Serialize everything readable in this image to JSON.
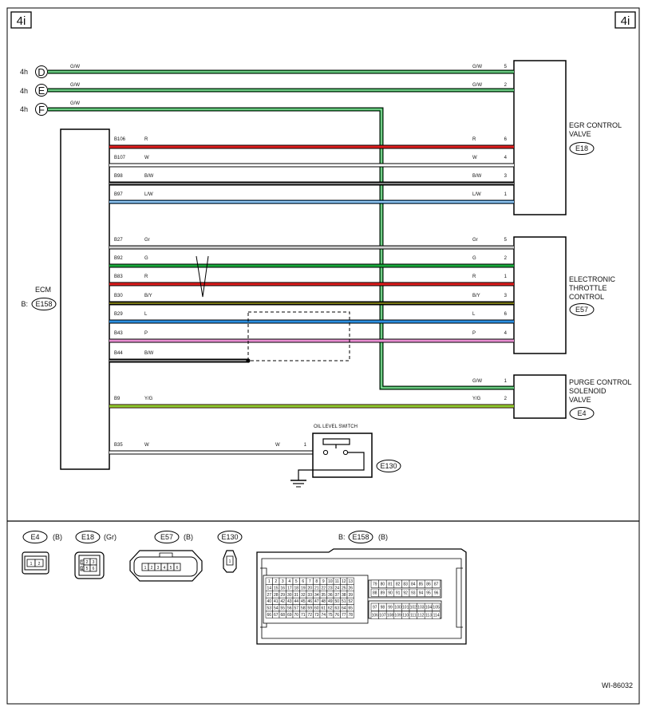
{
  "page_refs": {
    "left": "4i",
    "right": "4i"
  },
  "drawing_id": "WI-86032",
  "colors": {
    "R": "#e01d1d",
    "W": "#ffffff",
    "B": "#000000",
    "L": "#2a8ee0",
    "Gr": "#cfcfcf",
    "G": "#18a83a",
    "P": "#e98fd2",
    "Y": "#f2ee2a"
  },
  "connectors_in": [
    {
      "prefix": "4h",
      "letter": "D",
      "color_code": "G/W",
      "pin": "5"
    },
    {
      "prefix": "4h",
      "letter": "E",
      "color_code": "G/W",
      "pin": "2"
    },
    {
      "prefix": "4h",
      "letter": "F",
      "color_code": "G/W"
    }
  ],
  "ecm": {
    "label": "ECM",
    "conn_prefix": "B:",
    "connector": "E158"
  },
  "components": [
    {
      "id": "egr",
      "lines": [
        "EGR CONTROL",
        "VALVE"
      ],
      "connector": "E18"
    },
    {
      "id": "etc",
      "lines": [
        "ELECTRONIC",
        "THROTTLE",
        "CONTROL"
      ],
      "connector": "E57"
    },
    {
      "id": "purge",
      "lines": [
        "PURGE CONTROL",
        "SOLENOID",
        "VALVE"
      ],
      "connector": "E4"
    }
  ],
  "wires": [
    {
      "pin": "B106",
      "color_code": "R",
      "pin_to": "6"
    },
    {
      "pin": "B107",
      "color_code": "W",
      "pin_to": "4"
    },
    {
      "pin": "B98",
      "color_code": "B/W",
      "pin_to": "3"
    },
    {
      "pin": "B97",
      "color_code": "L/W",
      "pin_to": "1"
    },
    {
      "pin": "B27",
      "color_code": "Gr",
      "pin_to": "5"
    },
    {
      "pin": "B92",
      "color_code": "G",
      "pin_to": "2"
    },
    {
      "pin": "B83",
      "color_code": "R",
      "pin_to": "1"
    },
    {
      "pin": "B30",
      "color_code": "B/Y",
      "pin_to": "3"
    },
    {
      "pin": "B29",
      "color_code": "L",
      "pin_to": "6"
    },
    {
      "pin": "B43",
      "color_code": "P",
      "pin_to": "4"
    },
    {
      "pin": "B44",
      "color_code": "B/W"
    },
    {
      "pin": "B9",
      "color_code": "Y/G",
      "pin_to": "2"
    },
    {
      "pin": "B35",
      "color_code": "W"
    }
  ],
  "purge_feed": {
    "color_code": "G/W",
    "pin": "1"
  },
  "oil_switch": {
    "label": "OIL LEVEL SWITCH",
    "color_code": "W",
    "pin": "1",
    "connector": "E130"
  },
  "legend": [
    {
      "id": "E4",
      "color": "(B)"
    },
    {
      "id": "E18",
      "color": "(Gr)"
    },
    {
      "id": "E57",
      "color": "(B)"
    },
    {
      "id": "E130",
      "color": ""
    },
    {
      "id": "E158",
      "prefix": "B:",
      "color": "(B)"
    }
  ],
  "legend_pins": {
    "e4": [
      "1",
      "2"
    ],
    "e18": [
      "1",
      "2",
      "3",
      "4",
      "5",
      "6"
    ],
    "e57": [
      "1",
      "2",
      "3",
      "4",
      "5",
      "6"
    ],
    "e130": [
      "1"
    ]
  }
}
